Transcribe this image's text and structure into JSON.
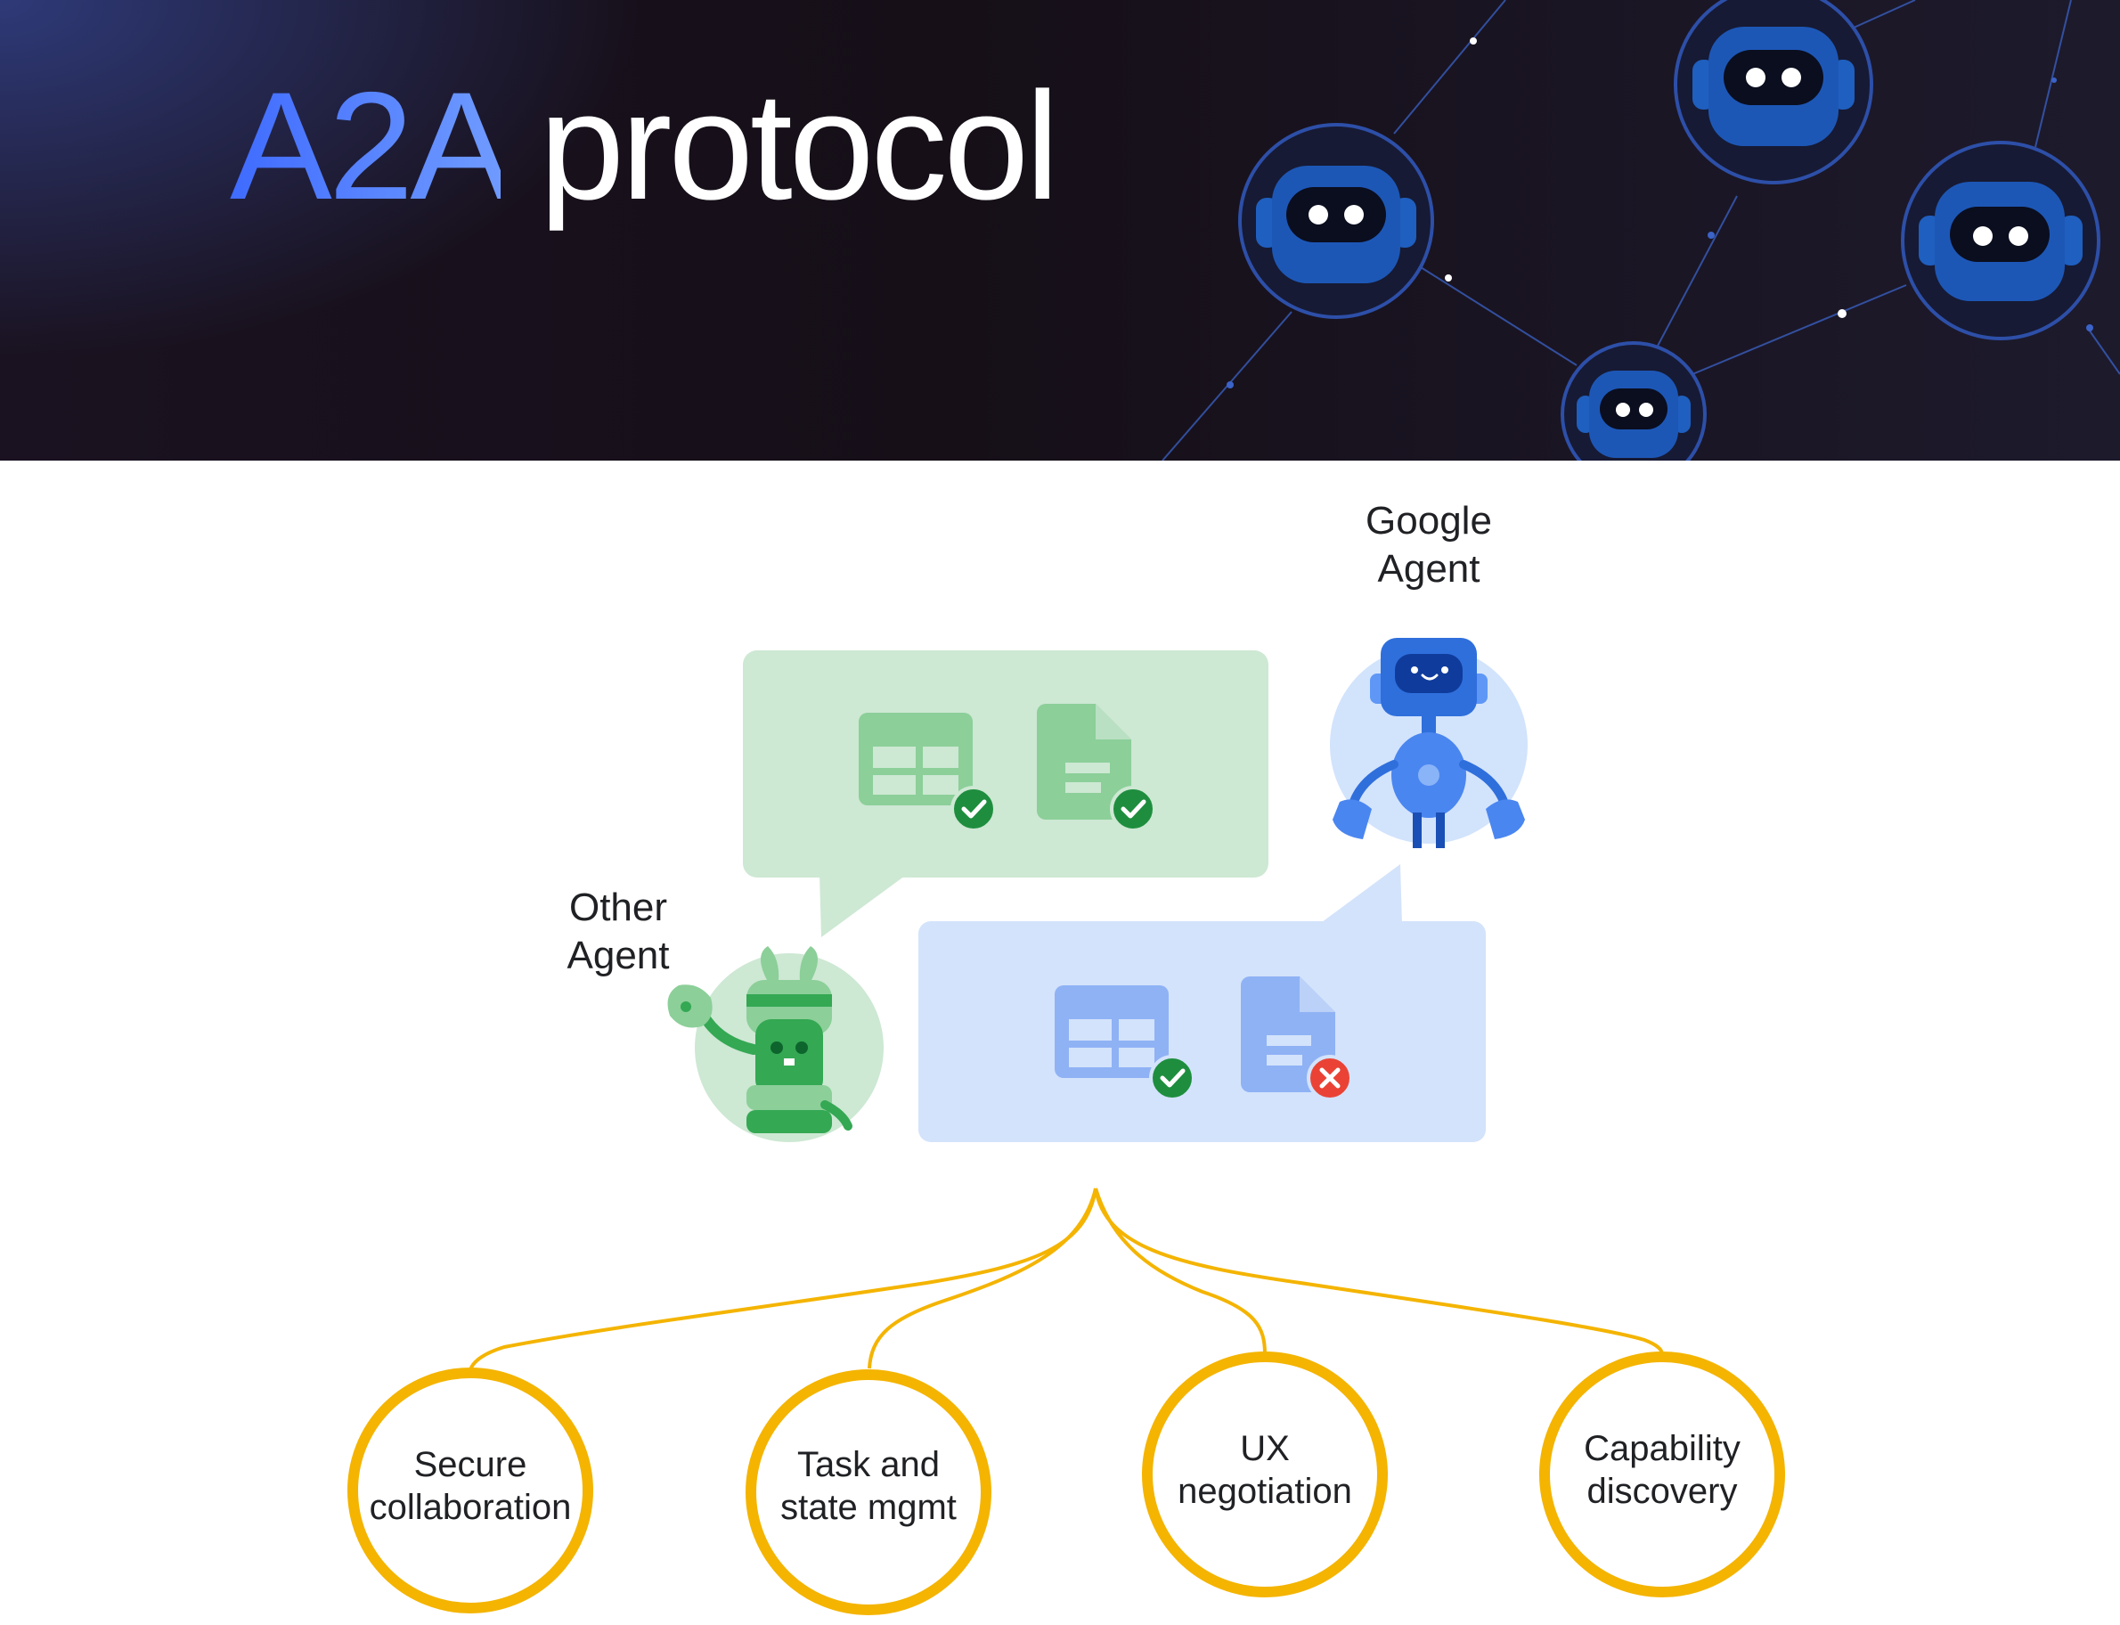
{
  "banner": {
    "title_accent": "A2A",
    "title_rest": "protocol",
    "colors": {
      "accent": "#4a78ff",
      "background": "#17111c"
    }
  },
  "agents": {
    "google": {
      "label_line1": "Google",
      "label_line2": "Agent",
      "color": "#2f6fdc"
    },
    "other": {
      "label_line1": "Other",
      "label_line2": "Agent",
      "color": "#34a853"
    }
  },
  "bubbles": {
    "green": {
      "artifacts": [
        {
          "icon": "table-icon",
          "status": "check"
        },
        {
          "icon": "document-icon",
          "status": "check"
        }
      ],
      "color": "#cde8d3"
    },
    "blue": {
      "artifacts": [
        {
          "icon": "table-icon",
          "status": "check"
        },
        {
          "icon": "document-icon",
          "status": "cross"
        }
      ],
      "color": "#d3e3fb"
    }
  },
  "features": [
    {
      "line1": "Secure",
      "line2": "collaboration"
    },
    {
      "line1": "Task and",
      "line2": "state mgmt"
    },
    {
      "line1": "UX",
      "line2": "negotiation"
    },
    {
      "line1": "Capability",
      "line2": "discovery"
    }
  ],
  "colors": {
    "connector": "#f4b400",
    "check": "#1e8e3e",
    "cross": "#ea4335"
  }
}
